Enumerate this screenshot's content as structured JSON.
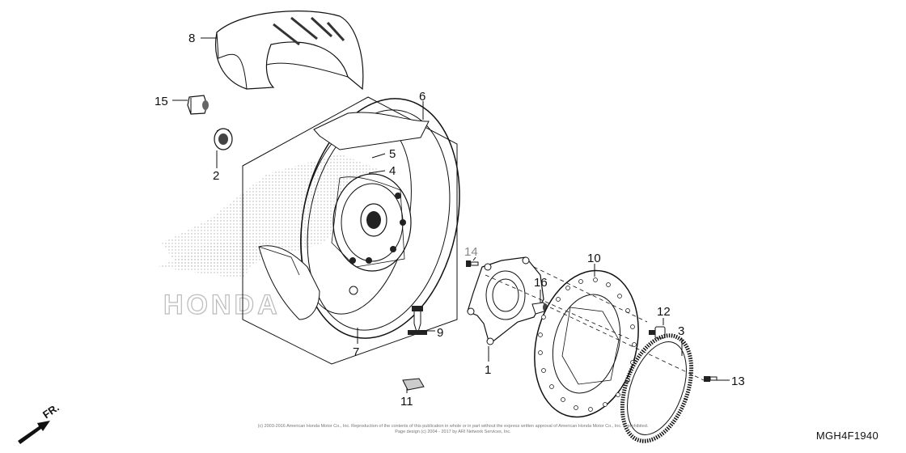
{
  "diagram": {
    "callouts": [
      {
        "id": "1",
        "label": "1"
      },
      {
        "id": "2",
        "label": "2"
      },
      {
        "id": "3",
        "label": "3"
      },
      {
        "id": "4",
        "label": "4"
      },
      {
        "id": "5",
        "label": "5"
      },
      {
        "id": "6",
        "label": "6"
      },
      {
        "id": "7",
        "label": "7"
      },
      {
        "id": "8",
        "label": "8"
      },
      {
        "id": "9",
        "label": "9"
      },
      {
        "id": "10",
        "label": "10"
      },
      {
        "id": "11",
        "label": "11"
      },
      {
        "id": "12",
        "label": "12"
      },
      {
        "id": "13",
        "label": "13"
      },
      {
        "id": "14",
        "label": "14"
      },
      {
        "id": "15",
        "label": "15"
      },
      {
        "id": "16",
        "label": "16"
      }
    ],
    "watermark_text": "HONDA",
    "direction_label": "FR.",
    "diagram_code": "MGH4F1940",
    "copyright_line1": "(c) 2003-2016 American Honda Motor Co., Inc. Reproduction of the contents of this publication in whole or in part without the express written approval of American Honda Motor Co., Inc. is prohibited.",
    "copyright_line2": "Page design (c) 2004 - 2017 by ARI Network Services, Inc."
  }
}
